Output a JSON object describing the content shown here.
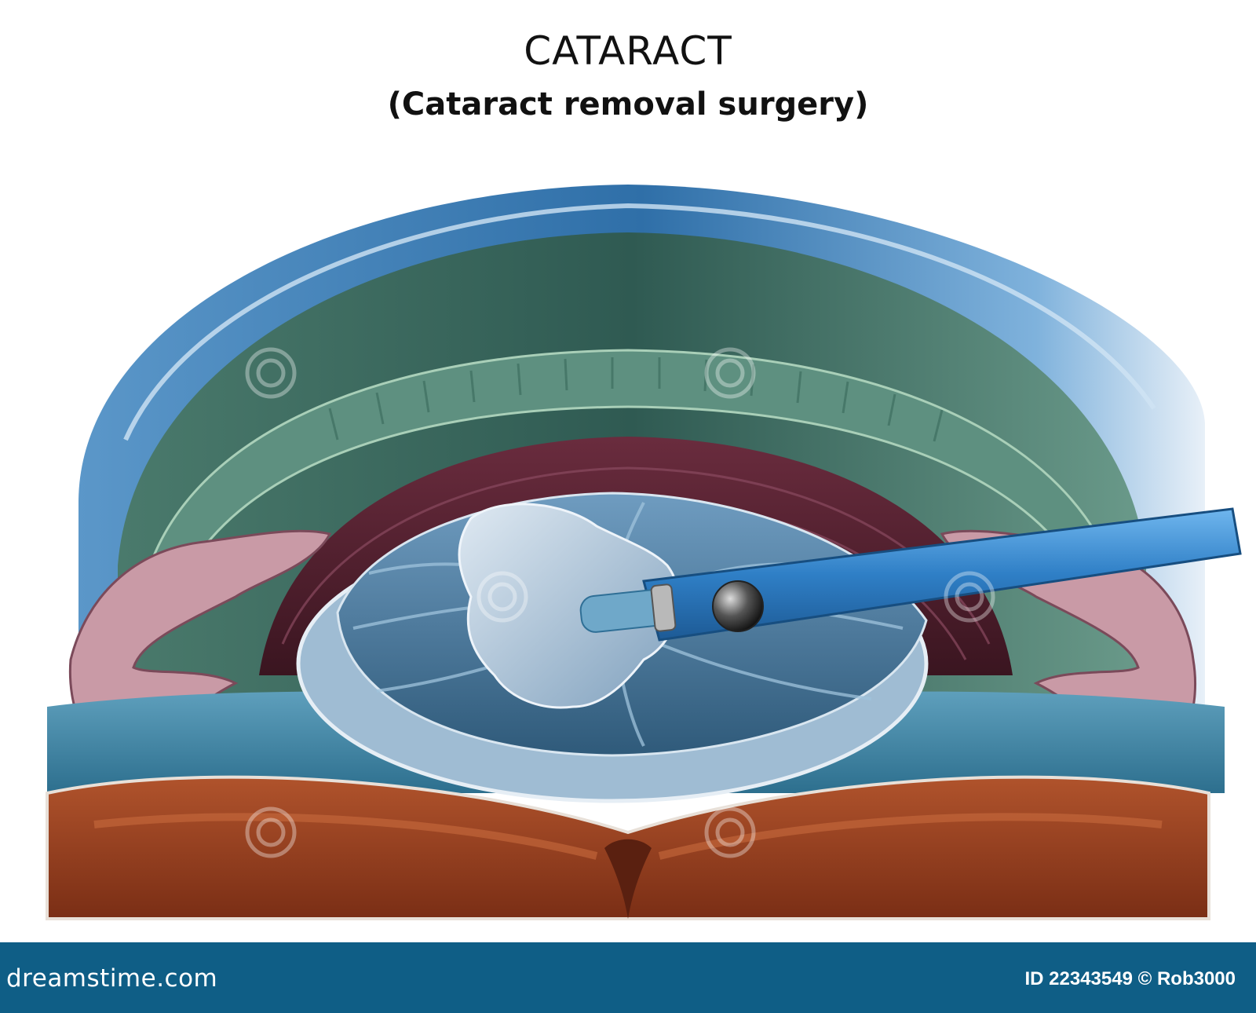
{
  "diagram": {
    "title": "CATARACT",
    "subtitle": "(Cataract removal surgery)",
    "icons": [
      "watermark-spiral-icon",
      "surgical-probe-icon"
    ]
  },
  "footer": {
    "brand": "dreamstime.com",
    "image_id": "ID 22343549",
    "copyright_symbol": "©",
    "author": "Rob3000"
  },
  "colors": {
    "cornea": "#6aa6d6",
    "sclera": "#3f6e63",
    "ciliary": "#5f8f80",
    "iris": "#5a2433",
    "lens": "#7fa8c8",
    "cataract": "#c4d6e6",
    "vitreous": "#4a8aa8",
    "retina": "#8a3a1c",
    "probe": "#3d8fd2",
    "footer": "#0f5e86"
  }
}
